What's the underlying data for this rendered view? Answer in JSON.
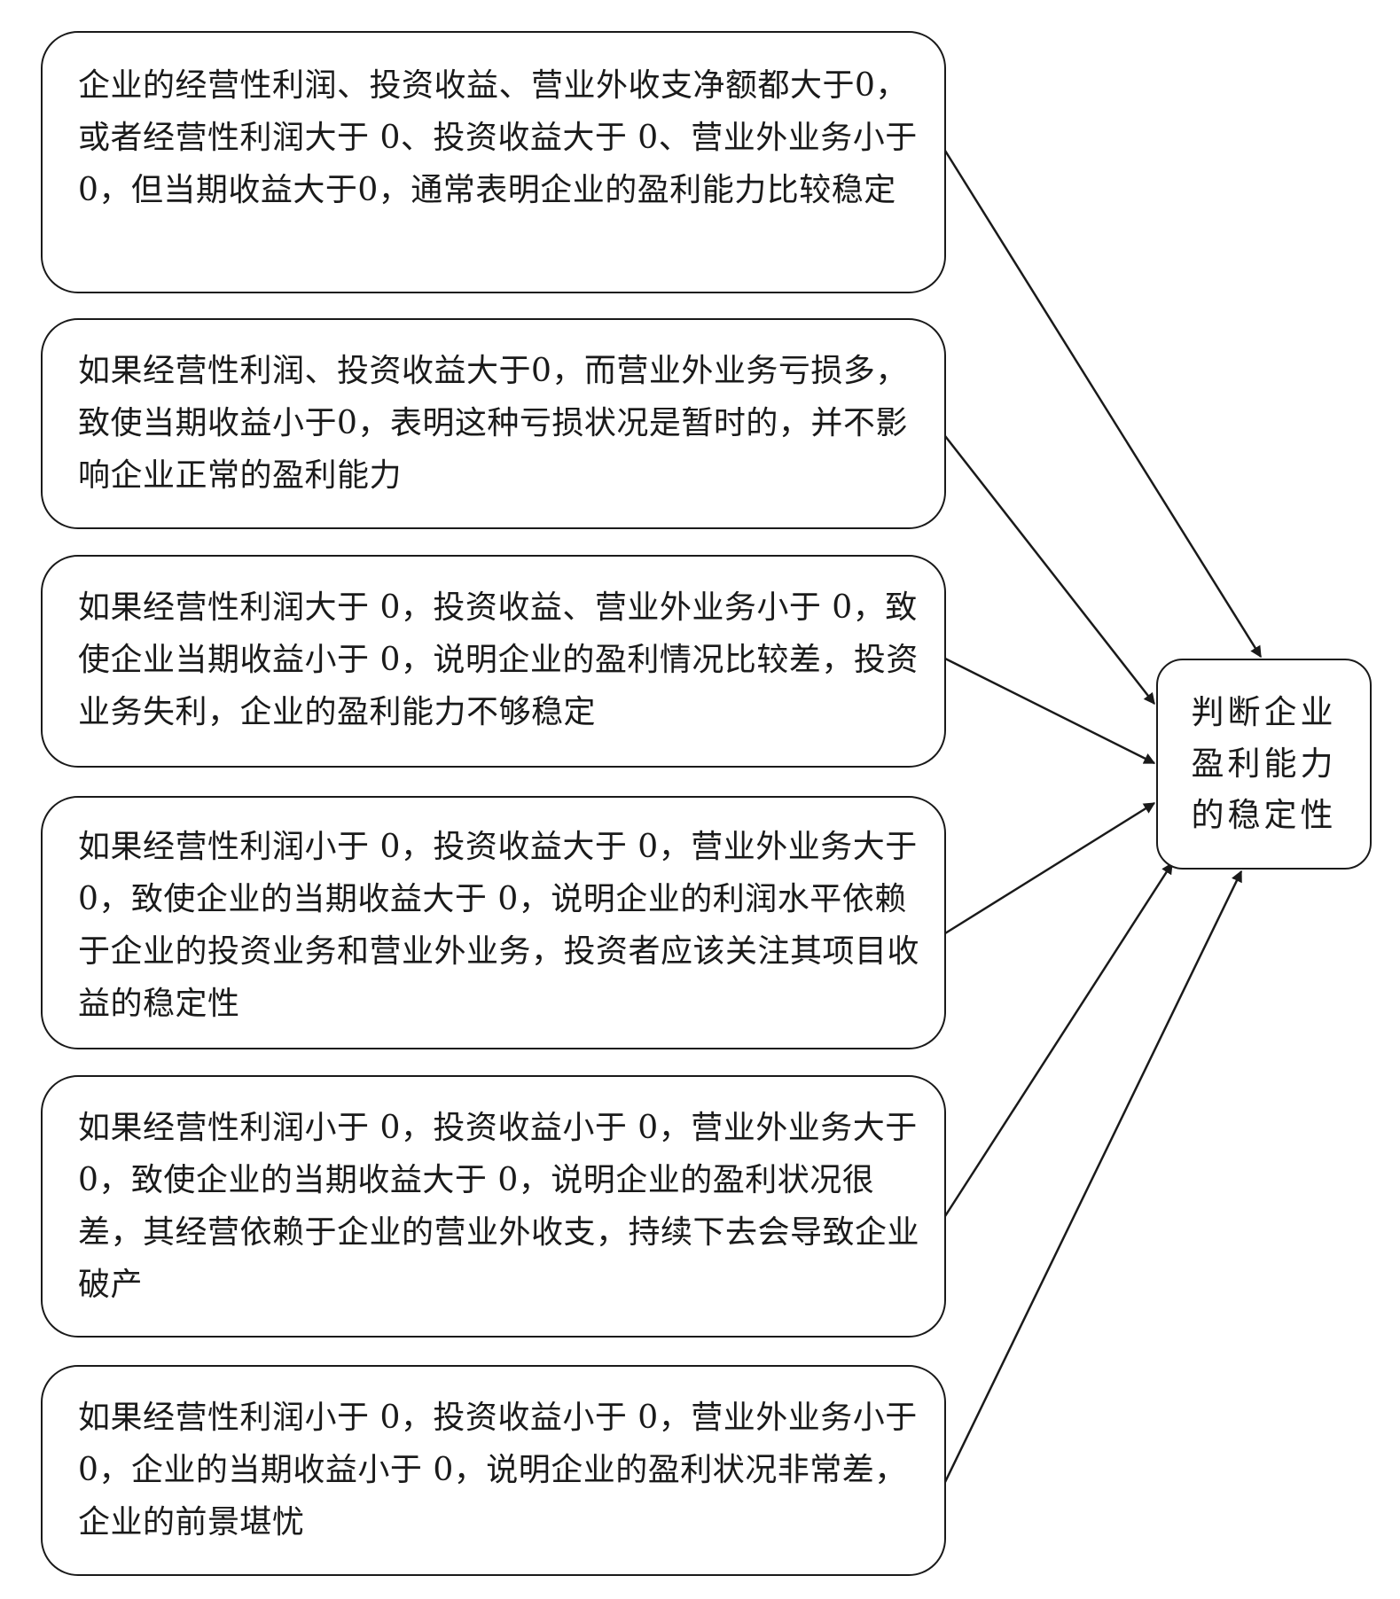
{
  "diagram": {
    "conditions": [
      "企业的经营性利润、投资收益、营业外收支净额都大于0，或者经营性利润大于 0、投资收益大于 0、营业外业务小于 0，但当期收益大于0，通常表明企业的盈利能力比较稳定",
      "如果经营性利润、投资收益大于0，而营业外业务亏损多，致使当期收益小于0，表明这种亏损状况是暂时的，并不影响企业正常的盈利能力",
      "如果经营性利润大于 0，投资收益、营业外业务小于 0，致使企业当期收益小于 0，说明企业的盈利情况比较差，投资业务失利，企业的盈利能力不够稳定",
      "如果经营性利润小于 0，投资收益大于 0，营业外业务大于 0，致使企业的当期收益大于 0，说明企业的利润水平依赖于企业的投资业务和营业外业务，投资者应该关注其项目收益的稳定性",
      "如果经营性利润小于 0，投资收益小于 0，营业外业务大于 0，致使企业的当期收益大于 0，说明企业的盈利状况很差，其经营依赖于企业的营业外收支，持续下去会导致企业破产",
      "如果经营性利润小于 0，投资收益小于 0，营业外业务小于 0，企业的当期收益小于 0，说明企业的盈利状况非常差，企业的前景堪忧"
    ],
    "target": "判断企业盈利能力的稳定性"
  }
}
